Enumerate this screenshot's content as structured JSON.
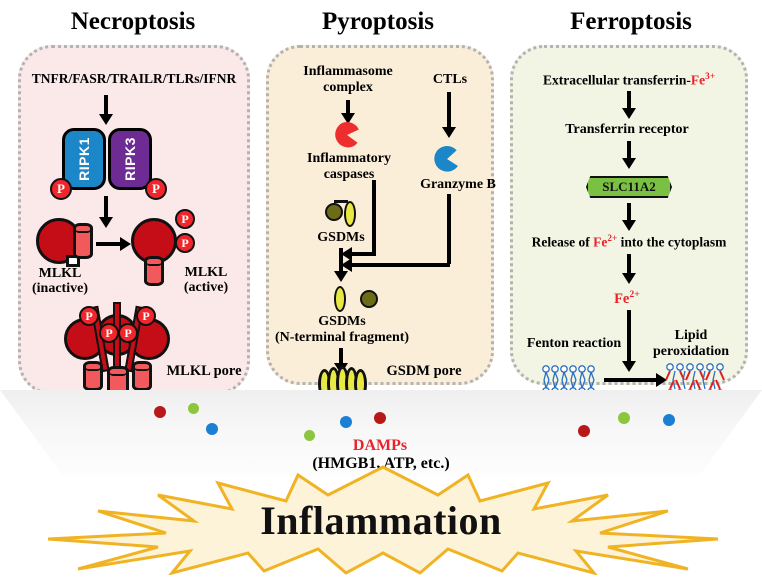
{
  "panels": [
    {
      "title": "Necroptosis",
      "receptors": "TNFR/FASR/TRAILR/TLRs/IFNR",
      "kinase1": "RIPK1",
      "kinase3": "RIPK3",
      "p_label": "P",
      "mlkl_inactive": "MLKL",
      "mlkl_inactive_state": "(inactive)",
      "mlkl_active": "MLKL",
      "mlkl_active_state": "(active)",
      "mlkl_pore": "MLKL pore",
      "bg": "#fbe8e9"
    },
    {
      "title": "Pyroptosis",
      "inflammasome_l1": "Inflammasome",
      "inflammasome_l2": "complex",
      "ctls": "CTLs",
      "caspases_l1": "Inflammatory",
      "caspases_l2": "caspases",
      "granzyme": "Granzyme B",
      "gsdms": "GSDMs",
      "gsdms_frag_l1": "GSDMs",
      "gsdms_frag_l2": "(N-terminal fragment)",
      "gsdm_pore": "GSDM pore",
      "bg": "#fbeed8"
    },
    {
      "title": "Ferroptosis",
      "transferrin_pre": "Extracellular transferrin-",
      "transferrin_ion": "Fe",
      "transferrin_charge": "3+",
      "receptor": "Transferrin receptor",
      "transporter": "SLC11A2",
      "release_pre": "Release of ",
      "release_ion": "Fe",
      "release_charge": "2+",
      "release_post": " into the cytoplasm",
      "fe2_ion": "Fe",
      "fe2_charge": "2+",
      "fenton": "Fenton reaction",
      "lipid_l1": "Lipid",
      "lipid_l2": "peroxidation",
      "bg": "#f2f4e4"
    }
  ],
  "damps": {
    "title": "DAMPs",
    "subtitle": "(HMGB1, ATP, etc.)"
  },
  "outcome": {
    "label": "Inflammation"
  },
  "colors": {
    "red_accent": "#e8232a",
    "ripk1": "#1b86c8",
    "ripk3": "#6f2b94",
    "mlkl": "#c40d17",
    "gsdm": "#e8e845",
    "transporter": "#7ac143",
    "burst_fill": "#fdf3d8",
    "burst_stroke": "#f0b323",
    "dot_red": "#b81818",
    "dot_green": "#8cc63e",
    "dot_blue": "#1b7fd4"
  }
}
